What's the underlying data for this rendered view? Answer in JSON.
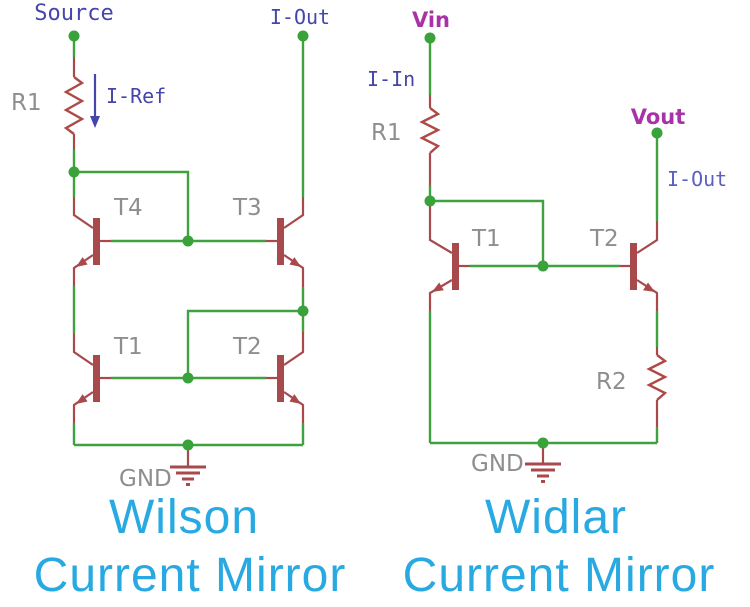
{
  "wilson": {
    "title_line1": "Wilson",
    "title_line2": "Current Mirror",
    "net_labels": {
      "source": "Source",
      "i_ref": "I-Ref",
      "i_out": "I-Out",
      "gnd": "GND"
    },
    "designators": {
      "r1": "R1",
      "t1": "T1",
      "t2": "T2",
      "t3": "T3",
      "t4": "T4"
    }
  },
  "widlar": {
    "title_line1": "Widlar",
    "title_line2": "Current Mirror",
    "net_labels": {
      "vin": "Vin",
      "vout": "Vout",
      "i_in": "I-In",
      "i_out": "I-Out",
      "gnd": "GND"
    },
    "designators": {
      "r1": "R1",
      "r2": "R2",
      "t1": "T1",
      "t2": "T2"
    }
  },
  "palette": {
    "wire_green": "#3fa13f",
    "node_green": "#3aa23a",
    "component_red": "#a8494b",
    "net_label_blue": "#4545ac",
    "widlar_iout_blue": "#5c5fc4",
    "voltage_label_magenta": "#a832a8",
    "designator_gray": "#8e8e8e",
    "title_blue": "#29a9e1"
  }
}
